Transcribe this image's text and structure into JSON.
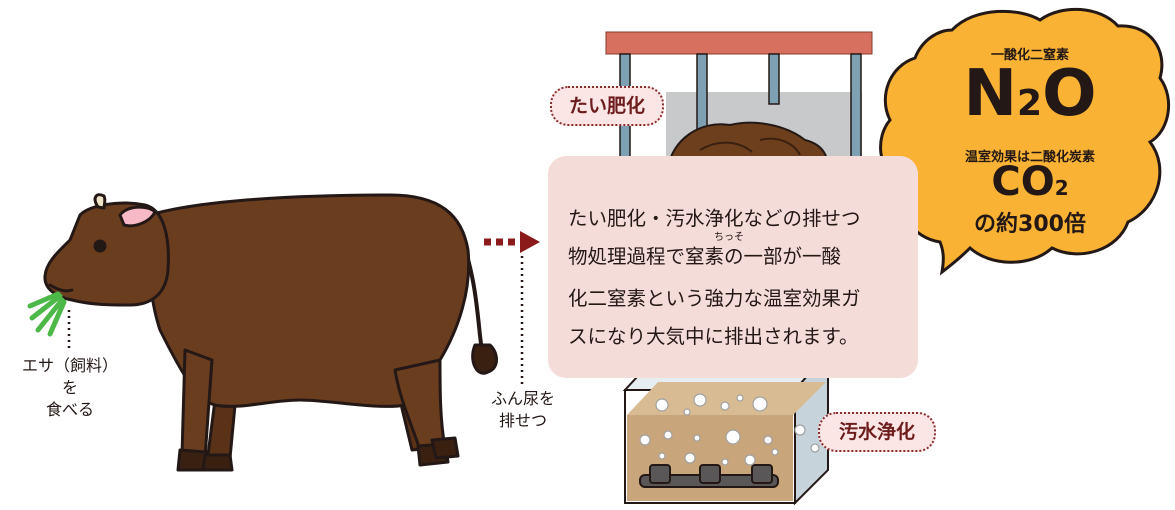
{
  "tags": {
    "compost": "たい肥化",
    "wastewater": "汚水浄化"
  },
  "cow_labels": {
    "feed": [
      "エサ（飼料）を",
      "食べる"
    ],
    "excrete": [
      "ふん尿を",
      "排せつ"
    ]
  },
  "description": {
    "lines": [
      "たい肥化・汚水浄化などの排せつ",
      "物処理過程で窒素の一部が一酸",
      "化二窒素という強力な温室効果ガ",
      "スになり大気中に排出されます。"
    ],
    "ruby": "ちっそ"
  },
  "cloud": {
    "n2o_name": "一酸化二窒素",
    "n2o_formula_main": "N",
    "n2o_formula_sub": "2",
    "n2o_formula_end": "O",
    "co2_name": "温室効果は二酸化炭素",
    "co2_formula_main": "CO",
    "co2_formula_sub": "2",
    "ratio": "の約300倍"
  },
  "colors": {
    "cow": "#6b3d1f",
    "roof": "#d8705f",
    "pillar": "#7da0b2",
    "cloud": "#f9b233",
    "arrow": "#8b1a1a",
    "box": "#f4dcd9",
    "grass": "#4cb848"
  }
}
